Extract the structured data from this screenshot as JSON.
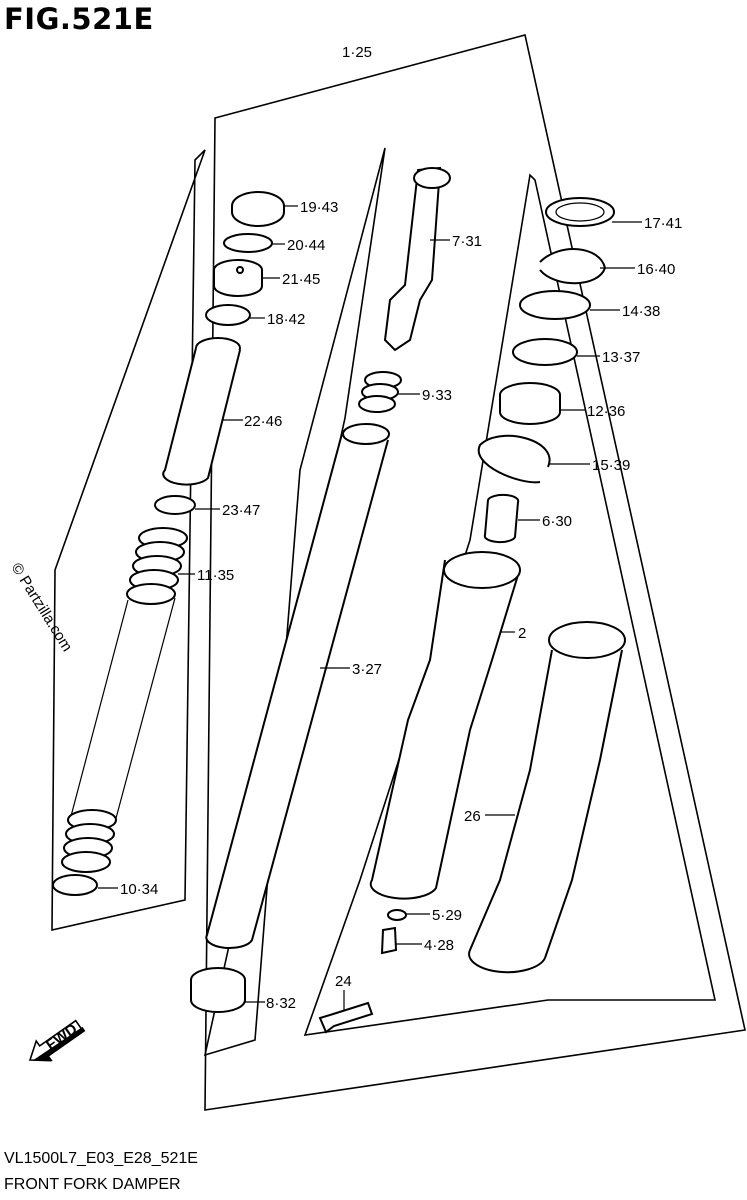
{
  "figure": {
    "title": "FIG.521E",
    "footer_code": "VL1500L7_E03_E28_521E",
    "footer_name": "FRONT FORK DAMPER",
    "watermark": "© Partzilla.com",
    "fwd_label": "FWD"
  },
  "callouts": [
    {
      "id": "c-1-25",
      "label": "1·25"
    },
    {
      "id": "c-19-43",
      "label": "19·43"
    },
    {
      "id": "c-20-44",
      "label": "20·44"
    },
    {
      "id": "c-21-45",
      "label": "21·45"
    },
    {
      "id": "c-18-42",
      "label": "18·42"
    },
    {
      "id": "c-22-46",
      "label": "22·46"
    },
    {
      "id": "c-23-47",
      "label": "23·47"
    },
    {
      "id": "c-11-35",
      "label": "11·35"
    },
    {
      "id": "c-10-34",
      "label": "10·34"
    },
    {
      "id": "c-7-31",
      "label": "7·31"
    },
    {
      "id": "c-9-33",
      "label": "9·33"
    },
    {
      "id": "c-3-27",
      "label": "3·27"
    },
    {
      "id": "c-8-32",
      "label": "8·32"
    },
    {
      "id": "c-24",
      "label": "24"
    },
    {
      "id": "c-17-41",
      "label": "17·41"
    },
    {
      "id": "c-16-40",
      "label": "16·40"
    },
    {
      "id": "c-14-38",
      "label": "14·38"
    },
    {
      "id": "c-13-37",
      "label": "13·37"
    },
    {
      "id": "c-12-36",
      "label": "12·36"
    },
    {
      "id": "c-15-39",
      "label": "15·39"
    },
    {
      "id": "c-6-30",
      "label": "6·30"
    },
    {
      "id": "c-2",
      "label": "2"
    },
    {
      "id": "c-26",
      "label": "26"
    },
    {
      "id": "c-5-29",
      "label": "5·29"
    },
    {
      "id": "c-4-28",
      "label": "4·28"
    }
  ]
}
